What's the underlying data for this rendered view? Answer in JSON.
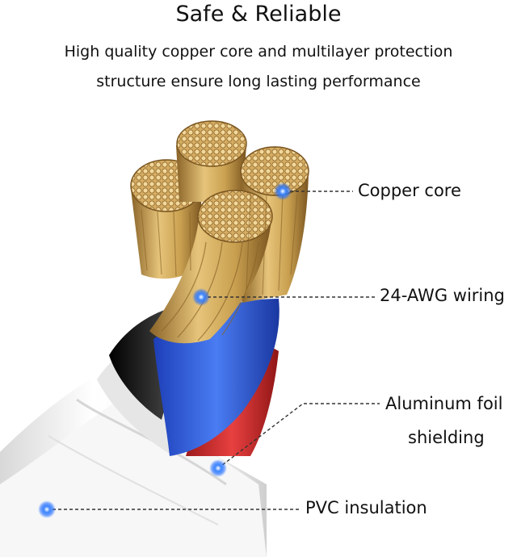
{
  "header": {
    "title": "Safe & Reliable",
    "subtitle_line1": "High quality copper core and multilayer protection",
    "subtitle_line2": "structure ensure long lasting performance"
  },
  "labels": {
    "copper_core": "Copper core",
    "awg_wiring": "24-AWG wiring",
    "foil_line1": "Aluminum foil",
    "foil_line2": "shielding",
    "pvc_insulation": "PVC insulation"
  },
  "colors": {
    "pointer_dot": "#1e6bff",
    "copper": "#c9a050",
    "blue_wire": "#2f5fe0",
    "red_wire": "#d83030",
    "black_wire": "#1a1a1a",
    "pvc_jacket": "#f2f2f2"
  }
}
